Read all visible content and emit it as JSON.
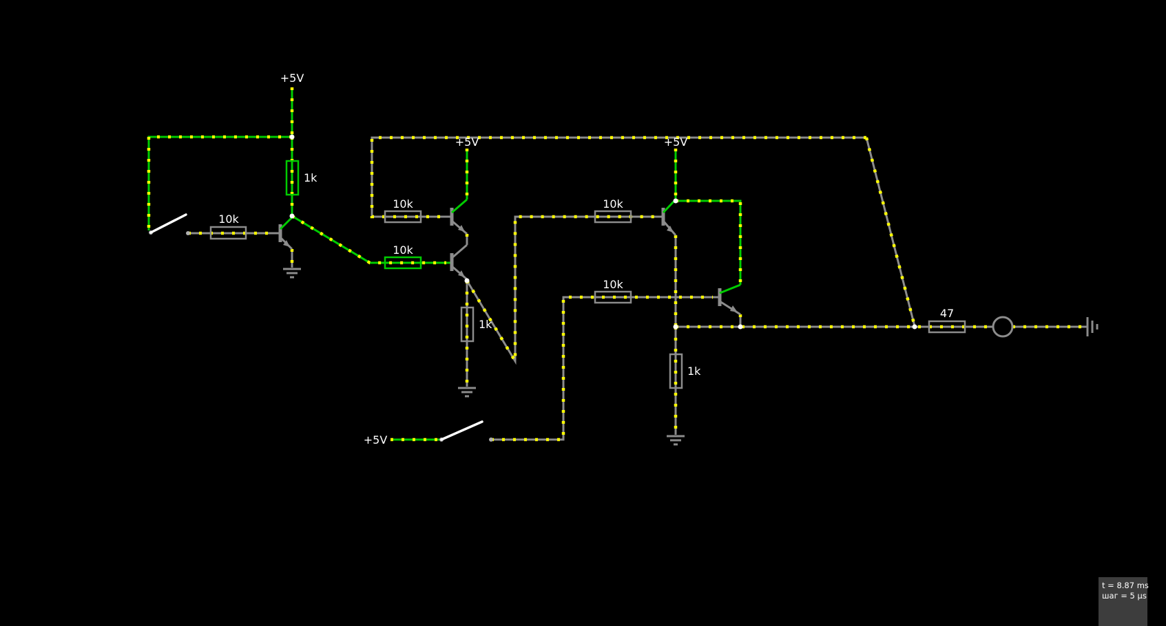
{
  "circuit": {
    "labels": {
      "vcc_top": "+5V",
      "vcc_mid": "+5V",
      "vcc_right": "+5V",
      "vcc_bottom": "+5V"
    },
    "resistors": {
      "r_input_left": "10k",
      "r_pullup_q1": "1k",
      "r_base_q2a": "10k",
      "r_base_q2b": "10k",
      "r_base_q3": "10k",
      "r_base_q4": "10k",
      "r_load_mid": "1k",
      "r_load_right": "1k",
      "r_output": "47"
    },
    "colors": {
      "wire": "#8c8c8c",
      "active": "#00cc00",
      "current": "#ffff00",
      "text": "#ffffff"
    }
  },
  "status": {
    "time": "t = 8.87 ms",
    "step": "шаг = 5 µs"
  }
}
